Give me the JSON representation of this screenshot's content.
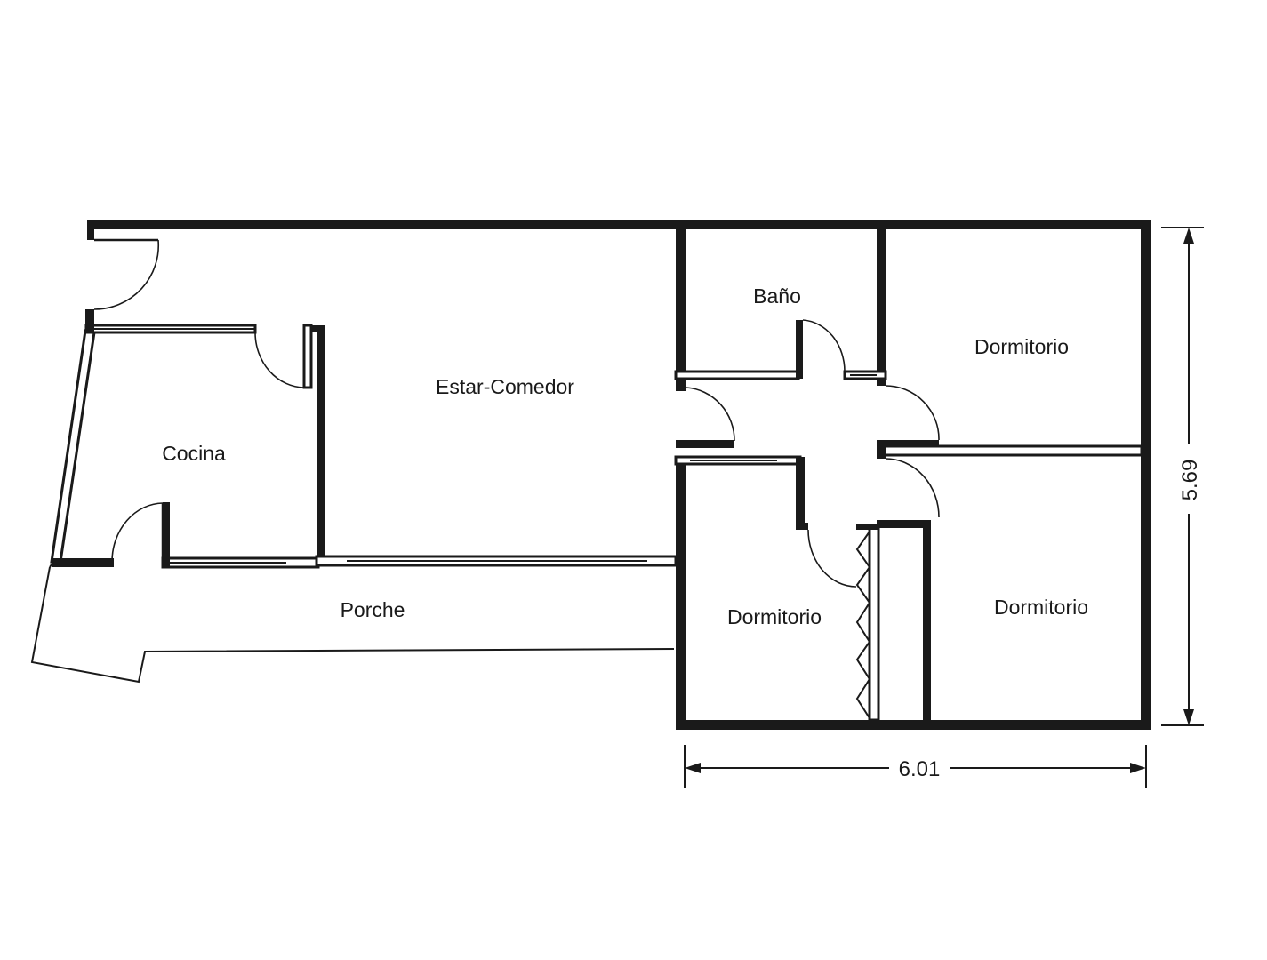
{
  "rooms": {
    "bano": "Baño",
    "dormitorio_1": "Dormitorio",
    "estar_comedor": "Estar-Comedor",
    "cocina": "Cocina",
    "dormitorio_2": "Dormitorio",
    "dormitorio_3": "Dormitorio",
    "porche": "Porche"
  },
  "dimensions": {
    "width": "6.01",
    "height": "5.69"
  }
}
